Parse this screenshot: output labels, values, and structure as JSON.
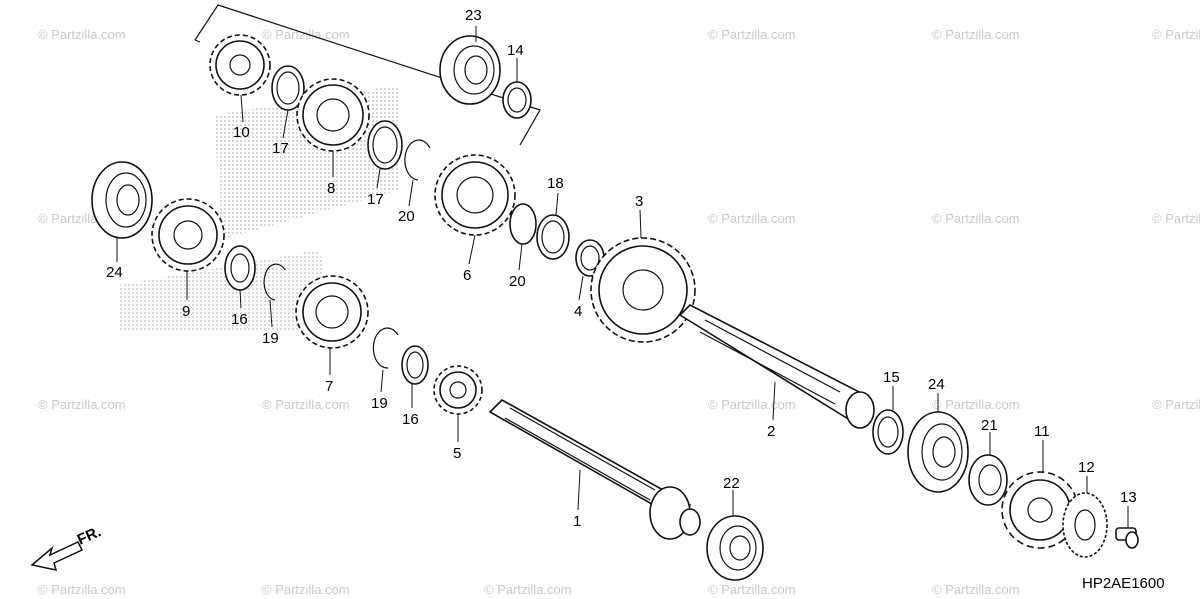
{
  "watermark": "© Partzilla.com",
  "diagram_code": "HP2AE1600",
  "front_label": "FR.",
  "callouts": [
    "1",
    "2",
    "3",
    "4",
    "5",
    "6",
    "7",
    "8",
    "9",
    "10",
    "11",
    "12",
    "13",
    "14",
    "15",
    "16",
    "16",
    "17",
    "17",
    "18",
    "19",
    "19",
    "20",
    "20",
    "21",
    "22",
    "23",
    "24",
    "24"
  ]
}
